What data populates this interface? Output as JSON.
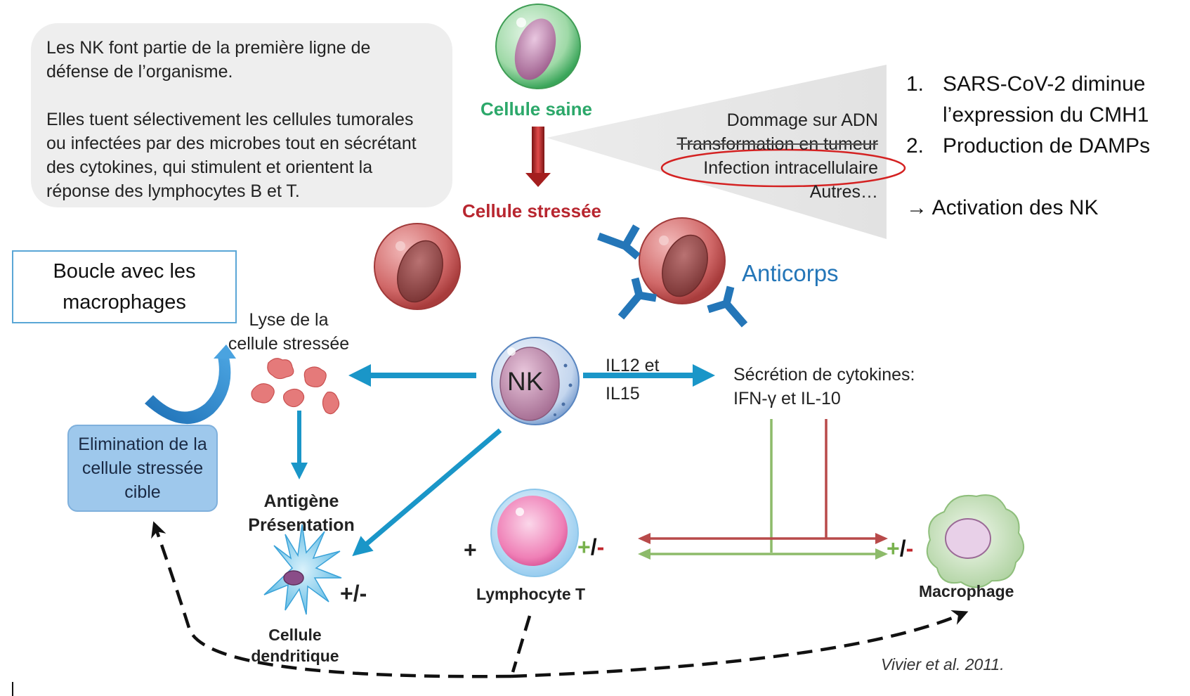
{
  "intro": {
    "para1": "Les NK font partie de la première ligne de défense de l’organisme.",
    "para2": "Elles tuent sélectivement les cellules tumorales ou infectées par des microbes tout en sécrétant des cytokines, qui stimulent et orientent la réponse des lymphocytes B et T."
  },
  "cells": {
    "healthy": "Cellule saine",
    "stressed": "Cellule stressée",
    "nk": "NK",
    "antibodies": "Anticorps",
    "lysis_line1": "Lyse de la",
    "lysis_line2": "cellule stressée",
    "antigen_line1": "Antigène",
    "antigen_line2": "Présentation",
    "dendritic_line1": "Cellule",
    "dendritic_line2": "dendritique",
    "lymphocyte": "Lymphocyte T",
    "macrophage": "Macrophage"
  },
  "damage_causes": [
    "Dommage sur ADN",
    "Transformation en tumeur",
    "Infection intracellulaire",
    "Autres…"
  ],
  "right_list": {
    "items": [
      {
        "num": "1.",
        "text_line1": "SARS-CoV-2 diminue",
        "text_line2": "l’expression du CMH1"
      },
      {
        "num": "2.",
        "text_line1": "Production de DAMPs"
      }
    ],
    "conclusion": "→ Activation des NK"
  },
  "loop_box": {
    "line1": "Boucle avec les",
    "line2": "macrophages"
  },
  "elimination_box": "Elimination de la cellule stressée cible",
  "cytokines": {
    "il_line1": "IL12 et",
    "il_line2": "IL15",
    "secretion_line1": "Sécrétion de cytokines:",
    "secretion_line2": "IFN-γ et IL-10"
  },
  "signs": {
    "plus": "+",
    "plus_minus": "+/-",
    "green_plus": "+",
    "slash": "/",
    "red_minus": "-"
  },
  "citation": "Vivier et al. 2011.",
  "colors": {
    "arrow_blue": "#1a96c8",
    "stress_red": "#c0272d",
    "healthy_green": "#2ca86a",
    "antibody_blue": "#2476b8",
    "green_line": "#8dbb6a",
    "red_line": "#b84a4a"
  }
}
